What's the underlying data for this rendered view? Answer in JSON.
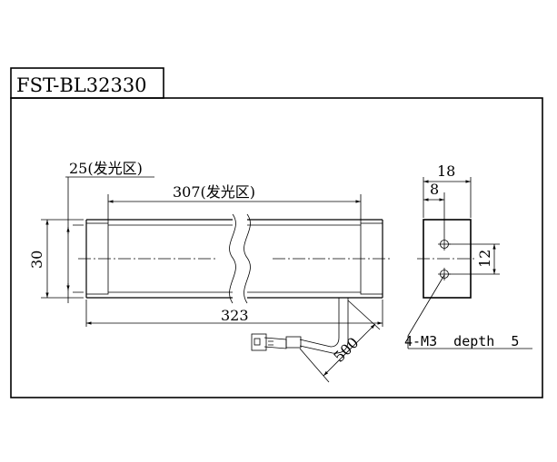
{
  "title": "FST-BL32330",
  "dims": {
    "emit_width": "25(发光区)",
    "emit_length": "307(发光区)",
    "total_length": "323",
    "height": "30",
    "side_width": "18",
    "side_offset": "8",
    "hole_spacing": "12",
    "cable_length": "500"
  },
  "note": "4-M3  depth  5"
}
